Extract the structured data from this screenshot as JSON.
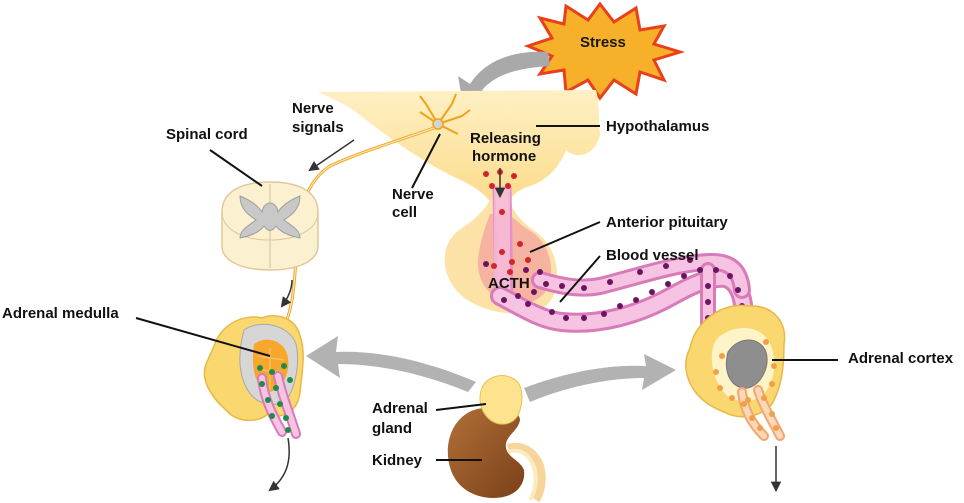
{
  "labels": {
    "stress": "Stress",
    "hypothalamus": "Hypothalamus",
    "releasing_hormone_line1": "Releasing",
    "releasing_hormone_line2": "hormone",
    "nerve_signals_line1": "Nerve",
    "nerve_signals_line2": "signals",
    "spinal_cord": "Spinal cord",
    "nerve_cell_line1": "Nerve",
    "nerve_cell_line2": "cell",
    "anterior_pituitary": "Anterior pituitary",
    "blood_vessel": "Blood vessel",
    "acth": "ACTH",
    "adrenal_medulla": "Adrenal medulla",
    "adrenal_cortex": "Adrenal cortex",
    "adrenal_gland_line1": "Adrenal",
    "adrenal_gland_line2": "gland",
    "kidney": "Kidney"
  },
  "colors": {
    "tissue": "#fde7a6",
    "tissue_dark": "#f7c95a",
    "pituitary": "#f6b9a0",
    "vessel": "#f2a8d6",
    "vessel_dot": "#6b1460",
    "hormone_dot": "#d3242a",
    "medulla_dot": "#1f8a4a",
    "stress_burst": "#f04a1a",
    "stress_fill": "#fbb531",
    "arrow_gray": "#a9a9a9",
    "kidney": "#9c5a2a"
  }
}
